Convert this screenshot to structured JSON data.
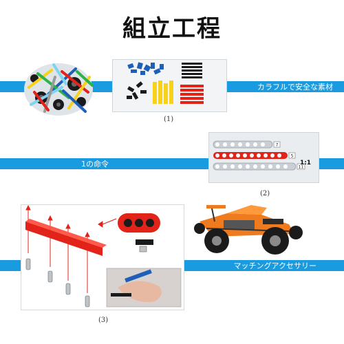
{
  "title": "組立工程",
  "band_color": "#1a9be0",
  "bands": [
    {
      "label": "カラフルで安全な素材"
    },
    {
      "label": "1の命令"
    },
    {
      "label": "マッチングアクセサリー"
    }
  ],
  "captions": {
    "step1": "(1)",
    "step2": "(2)",
    "step3": "(3)"
  },
  "step2_panel": {
    "numbers": [
      "7",
      "5",
      "11"
    ],
    "scale": "1:1"
  },
  "colors": {
    "red_part": "#e2231a",
    "yellow_part": "#f6d21b",
    "blue_part": "#1f5fb8",
    "black_part": "#1b1b1b",
    "orange_car": "#f07a1e"
  }
}
